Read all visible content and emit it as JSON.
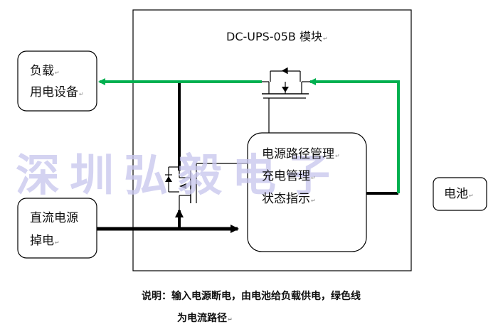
{
  "module_title": "DC-UPS-05B 模块",
  "load": {
    "line1": "负载",
    "line2": "用电设备"
  },
  "dc_source": {
    "line1": "直流电源",
    "line2": "掉电"
  },
  "battery": {
    "label": "电池"
  },
  "controller": {
    "line1": "电源路径管理",
    "line2": "充电管理",
    "line3": "状态指示"
  },
  "watermark": "深圳弘毅电子",
  "caption": {
    "line1": "说明：输入电源断电，由电池给负载供电，绿色线",
    "line2": "为电流路径"
  },
  "para_mark": "↵",
  "colors": {
    "current_path": "#00b050",
    "line": "#000000",
    "watermark": "#c9c7ee"
  }
}
